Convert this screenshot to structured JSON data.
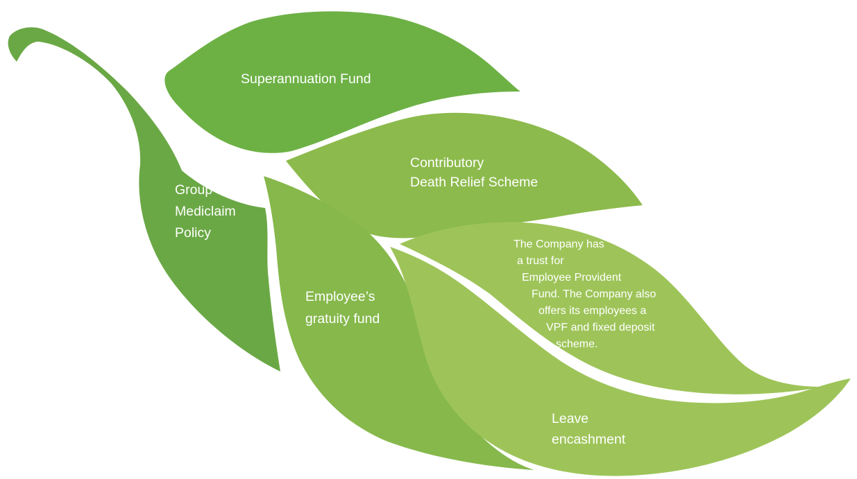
{
  "colors": {
    "stem_leaf": "#6aa845",
    "superannuation_leaf": "#6db145",
    "death_relief_leaf": "#8cba4c",
    "gratuity_leaf": "#86b84b",
    "provident_leaf": "#9ec459",
    "encashment_leaf": "#9ec459",
    "text": "#ffffff",
    "background": "#ffffff"
  },
  "leaves": {
    "group_mediclaim": {
      "lines": [
        "Group",
        "Mediclaim",
        "Policy"
      ]
    },
    "superannuation": {
      "lines": [
        "Superannuation Fund"
      ]
    },
    "death_relief": {
      "lines": [
        "Contributory",
        "Death Relief Scheme"
      ]
    },
    "gratuity": {
      "lines": [
        "Employee’s",
        "gratuity fund"
      ]
    },
    "provident_fund": {
      "lines": [
        "The Company has",
        "a trust for",
        "Employee Provident",
        "Fund. The Company also",
        "offers its employees a",
        "VPF and fixed deposit",
        "scheme."
      ]
    },
    "leave_encashment": {
      "lines": [
        "Leave",
        "encashment"
      ]
    }
  }
}
